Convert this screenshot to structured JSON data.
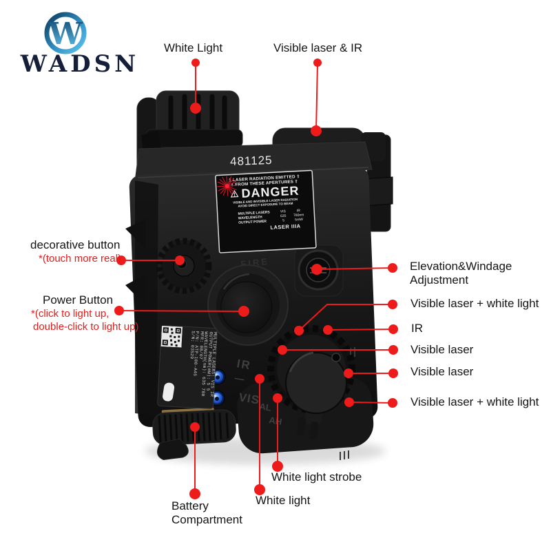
{
  "brand": {
    "name": "WADSN"
  },
  "colors": {
    "accent_red": "#ee1b1b",
    "logo_blue_light": "#5ec4ee",
    "logo_blue_dark": "#0d3a5e",
    "logo_navy": "#151f3a",
    "led_blue": "#2a6be8",
    "device_black": "#161616"
  },
  "device": {
    "top_serial": "481125",
    "danger_label": {
      "arrow": "⇧",
      "warning_icon": "⚠",
      "header_line1": "LASER RADIATION EMITTED",
      "header_line2": "FROM THESE APERTURES",
      "danger_word": "DANGER",
      "sub_line1": "VISIBLE AND INVISIBLE LASER RADIATION",
      "sub_line2": "AVOID DIRECT EXPOSURE TO BEAM",
      "spec_rows": [
        {
          "name": "MULTIPLE LASERS",
          "vis": "VIS",
          "ir": "IR"
        },
        {
          "name": "WAVELENGTH",
          "vis": "635",
          "ir": "780nm"
        },
        {
          "name": "OUTPUT POWER",
          "vis": "5",
          "ir": "5mW"
        }
      ],
      "laser_class": "LASER IIIA"
    },
    "side_label_lines": [
      "MULTIPLE LASERS: VIS IR",
      "OUTPUT POWER(mW): 5 5",
      "WAVELENGTH(nm): 635 780",
      "MFR: 0B/07",
      "P/N: ATP-100-A46",
      "S/N: 03529"
    ],
    "molded_marks": {
      "fire": "FIRE",
      "ir": "IR",
      "dash": "—",
      "vis": "VIS",
      "al": "AL",
      "ah": "AH"
    }
  },
  "annotations": {
    "white_light": {
      "label": "White Light"
    },
    "visible_laser_ir": {
      "label": "Visible laser & IR"
    },
    "decorative_button": {
      "label": "decorative button",
      "note": "*(touch more real)"
    },
    "power_button": {
      "label": "Power Button",
      "note1": "*(click to light up,",
      "note2": "double-click to light up)"
    },
    "elevation_windage": {
      "label1": "Elevation&Windage",
      "label2": "Adjustment"
    },
    "visible_laser_white_top": {
      "label": "Visible laser + white light"
    },
    "ir": {
      "label": "IR"
    },
    "visible_laser_1": {
      "label": "Visible laser"
    },
    "visible_laser_2": {
      "label": "Visible laser"
    },
    "visible_laser_white_bottom": {
      "label": "Visible laser + white light"
    },
    "white_light_strobe": {
      "label": "White light strobe"
    },
    "white_light_bottom": {
      "label": "White light"
    },
    "battery_compartment": {
      "label1": "Battery",
      "label2": "Compartment"
    }
  }
}
